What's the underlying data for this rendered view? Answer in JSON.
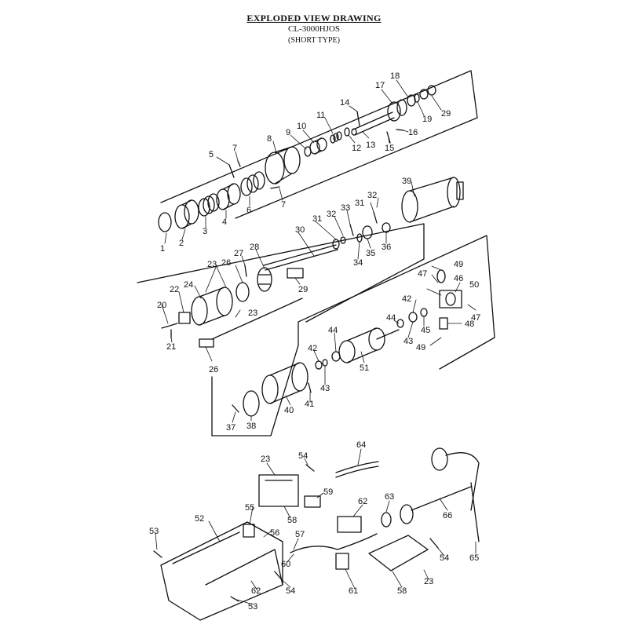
{
  "header": {
    "title": "EXPLODED VIEW DRAWING",
    "model": "CL-3000HJOS",
    "type": "(SHORT TYPE)"
  },
  "colors": {
    "ink": "#111111",
    "paper": "#ffffff"
  },
  "callouts": {
    "c1": "1",
    "c2": "2",
    "c3": "3",
    "c4": "4",
    "c5": "5",
    "c6": "6",
    "c7a": "7",
    "c7b": "7",
    "c8": "8",
    "c9": "9",
    "c10": "10",
    "c11": "11",
    "c12": "12",
    "c13": "13",
    "c14": "14",
    "c15": "15",
    "c16": "16",
    "c17": "17",
    "c18": "18",
    "c19": "19",
    "c29a": "29",
    "c20": "20",
    "c21": "21",
    "c22": "22",
    "c23a": "23",
    "c23b": "23",
    "c24": "24",
    "c26a": "26",
    "c26b": "26",
    "c27": "27",
    "c28": "28",
    "c29b": "29",
    "c30": "30",
    "c31a": "31",
    "c31b": "31",
    "c32a": "32",
    "c32b": "32",
    "c33": "33",
    "c34": "34",
    "c35": "35",
    "c36": "36",
    "c39": "39",
    "c49a": "49",
    "c47a": "47",
    "c46": "46",
    "c50": "50",
    "c42a": "42",
    "c45": "45",
    "c48": "48",
    "c47b": "47",
    "c44a": "44",
    "c43a": "43",
    "c49b": "49",
    "c44b": "44",
    "c42b": "42",
    "c43b": "43",
    "c51": "51",
    "c40": "40",
    "c41": "41",
    "c37": "37",
    "c38": "38",
    "c23c": "23",
    "c54a": "54",
    "c64": "64",
    "c59": "59",
    "c62a": "62",
    "c63": "63",
    "c66": "66",
    "c55": "55",
    "c52": "52",
    "c53a": "53",
    "c58a": "58",
    "c56": "56",
    "c57": "57",
    "c60": "60",
    "c54b": "54",
    "c62b": "62",
    "c53b": "53",
    "c61": "61",
    "c58b": "58",
    "c23d": "23",
    "c54c": "54",
    "c65": "65"
  }
}
